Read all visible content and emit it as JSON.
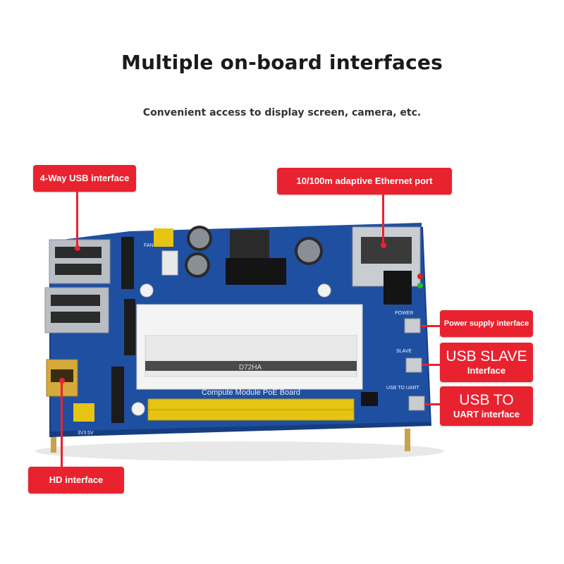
{
  "heading": {
    "title": "Multiple on-board interfaces",
    "subtitle": "Convenient access to display screen, camera, etc."
  },
  "callouts": {
    "usb4": "4-Way USB interface",
    "ethernet": "10/100m adaptive Ethernet port",
    "power": "Power supply interface",
    "usb_slave_big": "USB SLAVE",
    "usb_slave_small": "Interface",
    "usb_uart_big": "USB TO",
    "usb_uart_small": "UART interface",
    "hd": "HD interface"
  },
  "board": {
    "socket_label": "D72HA",
    "silk_main": "Compute Module PoE Board",
    "silk_power": "POWER",
    "silk_slave": "SLAVE",
    "silk_uart": "USB TO UART",
    "silk_fan": "FAN",
    "silk_5v": "5V",
    "silk_3v3": "3V3"
  },
  "colors": {
    "accent": "#e8232f",
    "pcb": "#1f4fa0",
    "header_pins": "#e6c413"
  }
}
